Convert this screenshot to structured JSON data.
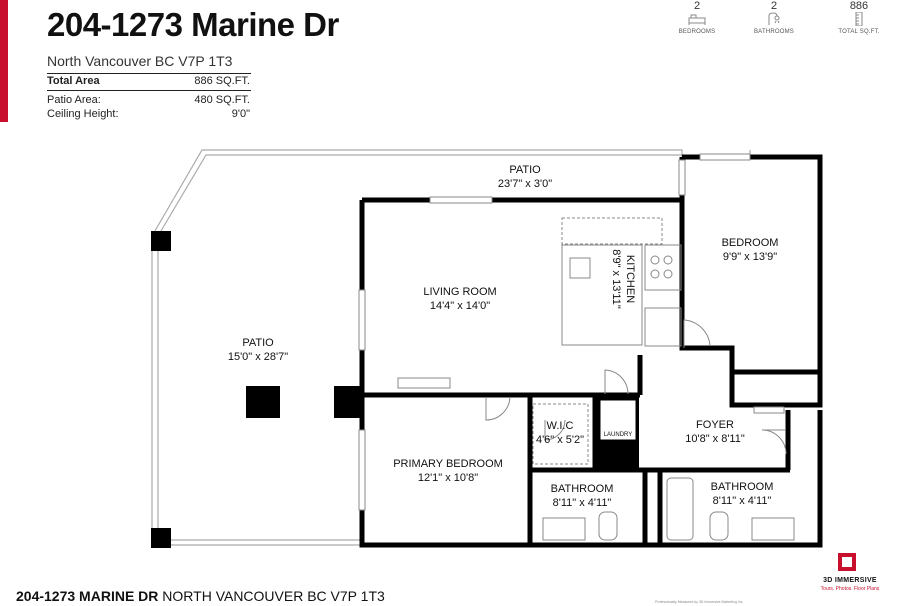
{
  "header": {
    "title": "204-1273 Marine Dr",
    "address": "North Vancouver BC V7P 1T3"
  },
  "details": {
    "total_area_label": "Total Area",
    "total_area_value": "886 SQ.FT.",
    "patio_area_label": "Patio Area:",
    "patio_area_value": "480 SQ.FT.",
    "ceiling_label": "Ceiling Height:",
    "ceiling_value": "9'0\""
  },
  "stats": [
    {
      "value": "2",
      "label": "BEDROOMS",
      "icon": "bed-icon"
    },
    {
      "value": "2",
      "label": "BATHROOMS",
      "icon": "shower-icon"
    },
    {
      "value": "886",
      "label": "TOTAL SQ.FT.",
      "icon": "ruler-icon"
    }
  ],
  "rooms": {
    "patio_top_name": "PATIO",
    "patio_top_dim": "23'7\" x 3'0\"",
    "patio_left_name": "PATIO",
    "patio_left_dim": "15'0\" x 28'7\"",
    "living_name": "LIVING ROOM",
    "living_dim": "14'4\" x 14'0\"",
    "kitchen_name": "KITCHEN",
    "kitchen_dim": "8'9\" x 13'11\"",
    "bedroom_name": "BEDROOM",
    "bedroom_dim": "9'9\" x 13'9\"",
    "wic_name": "W.I.C",
    "wic_dim": "4'6\" x 5'2\"",
    "laundry_name": "LAUNDRY",
    "foyer_name": "FOYER",
    "foyer_dim": "10'8\" x 8'11\"",
    "primary_name": "PRIMARY BEDROOM",
    "primary_dim": "12'1\" x 10'8\"",
    "bath1_name": "BATHROOM",
    "bath1_dim": "8'11\" x 4'11\"",
    "bath2_name": "BATHROOM",
    "bath2_dim": "8'11\" x 4'11\""
  },
  "footer": {
    "address_bold": "204-1273 MARINE DR",
    "address_rest": " NORTH VANCOUVER BC V7P 1T3"
  },
  "logo": {
    "name": "3D IMMERSIVE",
    "tagline": "Tours. Photos. Floor Plans",
    "copyright": "Professionally Measured by 3D Immersive Marketing Inc.",
    "brand_color": "#c8102e"
  }
}
